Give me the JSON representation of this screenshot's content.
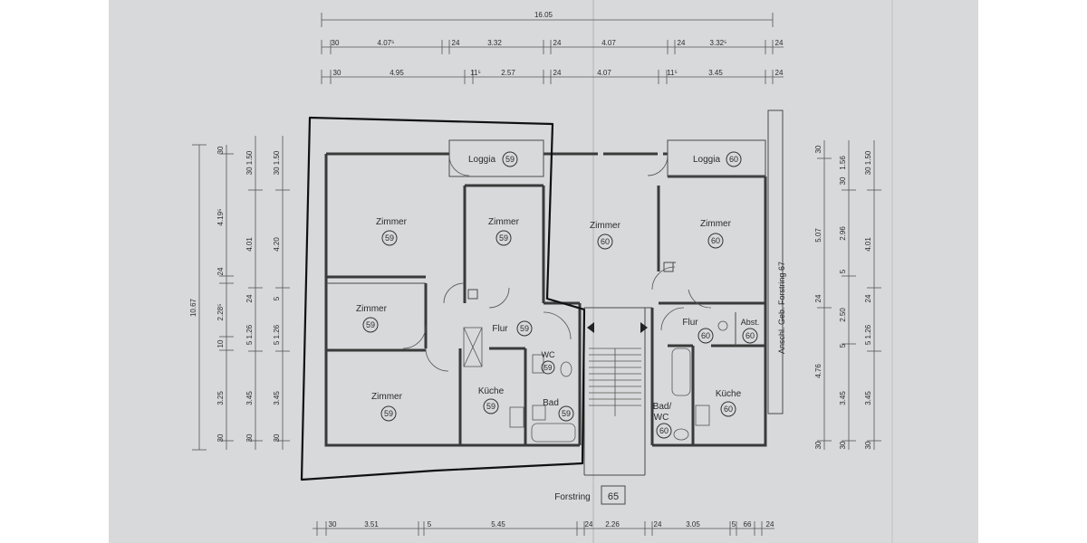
{
  "top_dims": {
    "overall": "16.05",
    "row1": [
      "30",
      "4.07⁵",
      "24",
      "3.32",
      "24",
      "4.07",
      "24",
      "3.32⁵",
      "24"
    ],
    "row2": [
      "30",
      "4.95",
      "11⁵",
      "2.57",
      "24",
      "4.07",
      "11⁵",
      "3.45",
      "24"
    ]
  },
  "bottom_dims": [
    "30",
    "3.51",
    "5",
    "5.45",
    "24",
    "2.26",
    "24",
    "3.05",
    "5",
    "66",
    "24"
  ],
  "left_dims": {
    "total": "10.67",
    "col_a": [
      "30",
      "4.19⁵",
      "24",
      "2.28⁵",
      "10",
      "3.25",
      "30"
    ],
    "col_b": [
      "30 1.50",
      "4.01",
      "24",
      "5 1.26",
      "3.45",
      "30"
    ],
    "col_c": [
      "30 1.50",
      "4.20",
      "5",
      "5 1.26",
      "3.45",
      "30"
    ]
  },
  "right_dims": {
    "col_a": [
      "30",
      "5.07",
      "24",
      "4.76",
      "30"
    ],
    "col_b": [
      "1.56",
      "30",
      "2.96",
      "5",
      "2.50",
      "5",
      "3.45",
      "30"
    ],
    "col_c": [
      "30 1.50",
      "4.01",
      "24",
      "5 1.26",
      "3.45",
      "30"
    ]
  },
  "rooms": {
    "loggia_left": {
      "label": "Loggia",
      "num": "59"
    },
    "loggia_right": {
      "label": "Loggia",
      "num": "60"
    },
    "zimmer_1": {
      "label": "Zimmer",
      "num": "59"
    },
    "zimmer_2": {
      "label": "Zimmer",
      "num": "59"
    },
    "zimmer_3": {
      "label": "Zimmer",
      "num": "60"
    },
    "zimmer_4": {
      "label": "Zimmer",
      "num": "60"
    },
    "zimmer_5": {
      "label": "Zimmer",
      "num": "59"
    },
    "zimmer_6": {
      "label": "Zimmer",
      "num": "59"
    },
    "flur_left": {
      "label": "Flur",
      "num": "59"
    },
    "flur_right": {
      "label": "Flur",
      "num": "60"
    },
    "wc_left": {
      "label": "WC",
      "num": "59"
    },
    "bad_left": {
      "label": "Bad",
      "num": "59"
    },
    "kueche_left": {
      "label": "Küche",
      "num": "59"
    },
    "kueche_right": {
      "label": "Küche",
      "num": "60"
    },
    "badwc_right": {
      "label_1": "Bad/",
      "label_2": "WC",
      "num": "60"
    },
    "abst_right": {
      "label": "Abst.",
      "num": "60"
    }
  },
  "street": {
    "label": "Forstring",
    "number": "65"
  },
  "neighbour_label": "Anschl. Geb. Forstring 67"
}
